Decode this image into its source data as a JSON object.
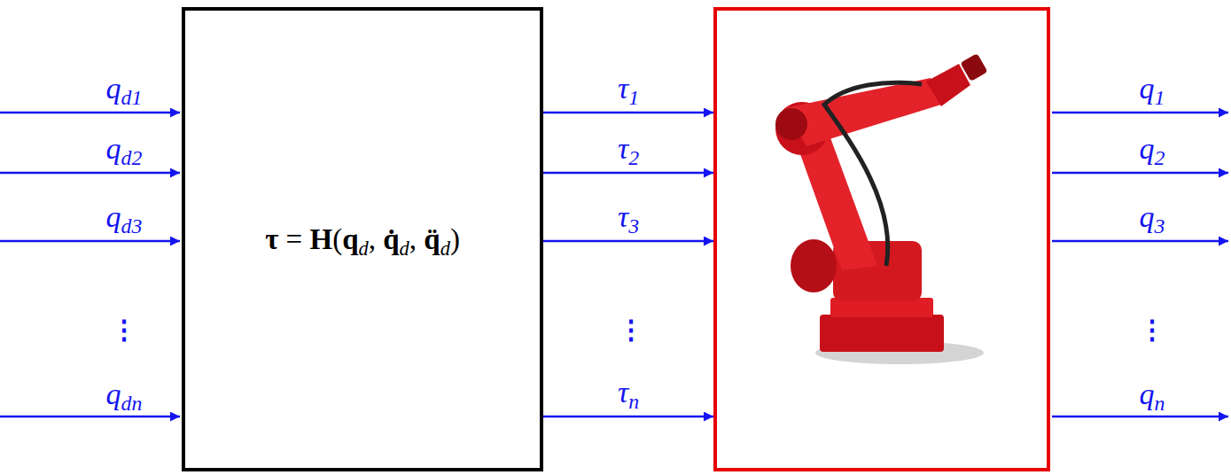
{
  "diagram": {
    "nodes": [
      {
        "text": [
          "τ = H(qd, q̇d, q̈d)"
        ]
      },
      {
        "text": []
      }
    ],
    "edges": [
      {
        "from": 0,
        "to": 1,
        "arrow": "to",
        "label": "τ1"
      },
      {
        "from": 0,
        "to": 1,
        "arrow": "to",
        "label": "τ2"
      },
      {
        "from": 0,
        "to": 1,
        "arrow": "to",
        "label": "τ3"
      },
      {
        "from": 0,
        "to": 1,
        "arrow": "to",
        "label": "τn"
      }
    ],
    "labels": [
      "qd1",
      "qd2",
      "qd3",
      "⋮",
      "qdn",
      "⋮",
      "q1",
      "q2",
      "q3",
      "⋮",
      "qn"
    ]
  }
}
